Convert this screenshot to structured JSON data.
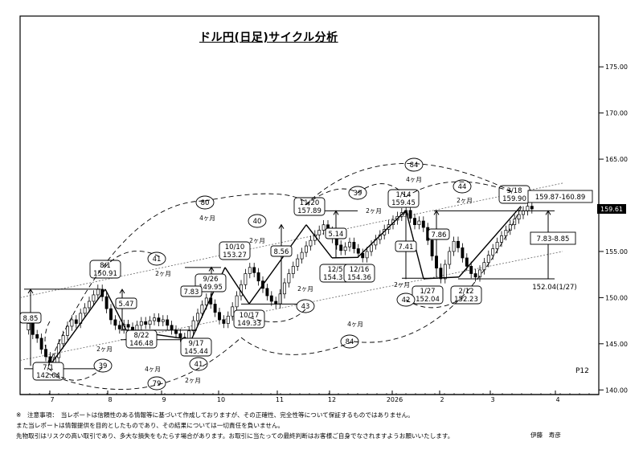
{
  "chart_data": {
    "type": "candlestick",
    "title": "ドル円(日足)サイクル分析",
    "y_ticks": [
      "175.00",
      "170.00",
      "165.00",
      "155.00",
      "150.00",
      "145.00",
      "140.00"
    ],
    "ylim": [
      139.5,
      180.5
    ],
    "x_ticks": [
      "7",
      "8",
      "9",
      "10",
      "11",
      "12",
      "2026",
      "2",
      "3",
      "4"
    ],
    "current_price": "159.61",
    "price_path": [
      [
        0,
        146.5
      ],
      [
        1,
        147.2
      ],
      [
        2,
        146.0
      ],
      [
        3,
        145.6
      ],
      [
        4,
        144.4
      ],
      [
        5,
        143.6
      ],
      [
        6,
        142.64
      ],
      [
        7,
        143.5
      ],
      [
        8,
        145.0
      ],
      [
        9,
        145.9
      ],
      [
        10,
        146.9
      ],
      [
        11,
        147.6
      ],
      [
        12,
        147.2
      ],
      [
        13,
        148.3
      ],
      [
        14,
        148.9
      ],
      [
        15,
        149.6
      ],
      [
        16,
        150.3
      ],
      [
        17,
        150.91
      ],
      [
        18,
        150.1
      ],
      [
        19,
        148.8
      ],
      [
        20,
        147.6
      ],
      [
        21,
        147.0
      ],
      [
        22,
        146.6
      ],
      [
        23,
        147.1
      ],
      [
        24,
        146.8
      ],
      [
        25,
        146.48
      ],
      [
        26,
        147.0
      ],
      [
        27,
        147.4
      ],
      [
        28,
        147.1
      ],
      [
        29,
        147.5
      ],
      [
        30,
        147.8
      ],
      [
        31,
        147.4
      ],
      [
        32,
        147.6
      ],
      [
        33,
        147.0
      ],
      [
        34,
        146.5
      ],
      [
        35,
        146.1
      ],
      [
        36,
        145.7
      ],
      [
        37,
        145.44
      ],
      [
        38,
        146.4
      ],
      [
        39,
        147.5
      ],
      [
        40,
        148.3
      ],
      [
        41,
        149.2
      ],
      [
        42,
        149.95
      ],
      [
        43,
        149.3
      ],
      [
        44,
        148.4
      ],
      [
        45,
        147.6
      ],
      [
        46,
        147.2
      ],
      [
        47,
        148.0
      ],
      [
        48,
        149.0
      ],
      [
        49,
        150.2
      ],
      [
        50,
        151.4
      ],
      [
        51,
        152.6
      ],
      [
        52,
        153.27
      ],
      [
        53,
        152.7
      ],
      [
        54,
        151.8
      ],
      [
        55,
        151.0
      ],
      [
        56,
        150.2
      ],
      [
        57,
        149.6
      ],
      [
        58,
        149.33
      ],
      [
        59,
        150.4
      ],
      [
        60,
        151.6
      ],
      [
        61,
        152.6
      ],
      [
        62,
        153.4
      ],
      [
        63,
        154.2
      ],
      [
        64,
        154.9
      ],
      [
        65,
        155.6
      ],
      [
        66,
        156.2
      ],
      [
        67,
        156.8
      ],
      [
        68,
        157.3
      ],
      [
        69,
        157.89
      ],
      [
        70,
        157.2
      ],
      [
        71,
        156.4
      ],
      [
        72,
        155.7
      ],
      [
        73,
        155.1
      ],
      [
        74,
        155.5
      ],
      [
        75,
        156.0
      ],
      [
        76,
        155.3
      ],
      [
        77,
        154.8
      ],
      [
        78,
        154.31
      ],
      [
        79,
        155.0
      ],
      [
        80,
        155.7
      ],
      [
        81,
        156.3
      ],
      [
        82,
        156.8
      ],
      [
        83,
        157.4
      ],
      [
        84,
        157.9
      ],
      [
        85,
        158.4
      ],
      [
        86,
        158.8
      ],
      [
        87,
        159.2
      ],
      [
        88,
        159.45
      ],
      [
        89,
        158.6
      ],
      [
        90,
        157.9
      ],
      [
        91,
        158.3
      ],
      [
        92,
        157.6
      ],
      [
        93,
        156.2
      ],
      [
        94,
        154.5
      ],
      [
        95,
        153.2
      ],
      [
        96,
        152.04
      ],
      [
        97,
        153.6
      ],
      [
        98,
        155.0
      ],
      [
        99,
        156.1
      ],
      [
        100,
        155.4
      ],
      [
        101,
        154.3
      ],
      [
        102,
        153.4
      ],
      [
        103,
        152.6
      ],
      [
        104,
        152.23
      ],
      [
        105,
        153.0
      ],
      [
        106,
        153.8
      ],
      [
        107,
        154.6
      ],
      [
        108,
        155.3
      ],
      [
        109,
        156.0
      ],
      [
        110,
        156.7
      ],
      [
        111,
        157.3
      ],
      [
        112,
        157.9
      ],
      [
        113,
        158.5
      ],
      [
        114,
        159.0
      ],
      [
        115,
        159.4
      ],
      [
        116,
        159.9
      ],
      [
        117,
        159.61
      ]
    ],
    "pivots": [
      {
        "date": "7/1",
        "value": "142.64"
      },
      {
        "date": "8/1",
        "value": "150.91"
      },
      {
        "date": "8/22",
        "value": "146.48"
      },
      {
        "date": "9/17",
        "value": "145.44"
      },
      {
        "date": "9/26",
        "value": "149.95"
      },
      {
        "date": "10/10",
        "value": "153.27"
      },
      {
        "date": "10/17",
        "value": "149.33"
      },
      {
        "date": "11/20",
        "value": "157.89"
      },
      {
        "date": "12/5",
        "value": "154.31"
      },
      {
        "date": "12/16",
        "value": "154.36"
      },
      {
        "date": "1/14",
        "value": "159.45"
      },
      {
        "date": "1/27",
        "value": "152.04"
      },
      {
        "date": "2/12",
        "value": "152.23"
      },
      {
        "date": "3/18",
        "value": "159.90"
      }
    ],
    "move_labels": [
      "8.85",
      "5.47",
      "7.83",
      "8.56",
      "5.14",
      "7.41",
      "7.86"
    ],
    "cycle_counts": [
      "39",
      "41",
      "80",
      "40",
      "43",
      "39",
      "84",
      "44",
      "79",
      "41",
      "84",
      "42"
    ],
    "period_labels": [
      "4ヶ月",
      "2ヶ月"
    ],
    "annotations": {
      "target_range": "159.87-160.89",
      "move_range": "7.83-8.85",
      "base_level": "152.04(1/27)"
    },
    "page_label": "P12"
  },
  "notes": {
    "line1": "※　注意事項：　当レポートは信頼性のある情報等に基づいて作成しておりますが、その正確性、完全性等について保証するものではありません。",
    "line2": "また当レポートは情報提供を目的としたものであり、その結果については一切責任を負いません。",
    "line3": "先物取引はリスクの高い取引であり、多大な損失をもたらす場合があります。お取引に当たっての最終判断はお客様ご自身でなされますようお願いいたします。",
    "author": "伊藤　寿彦"
  }
}
